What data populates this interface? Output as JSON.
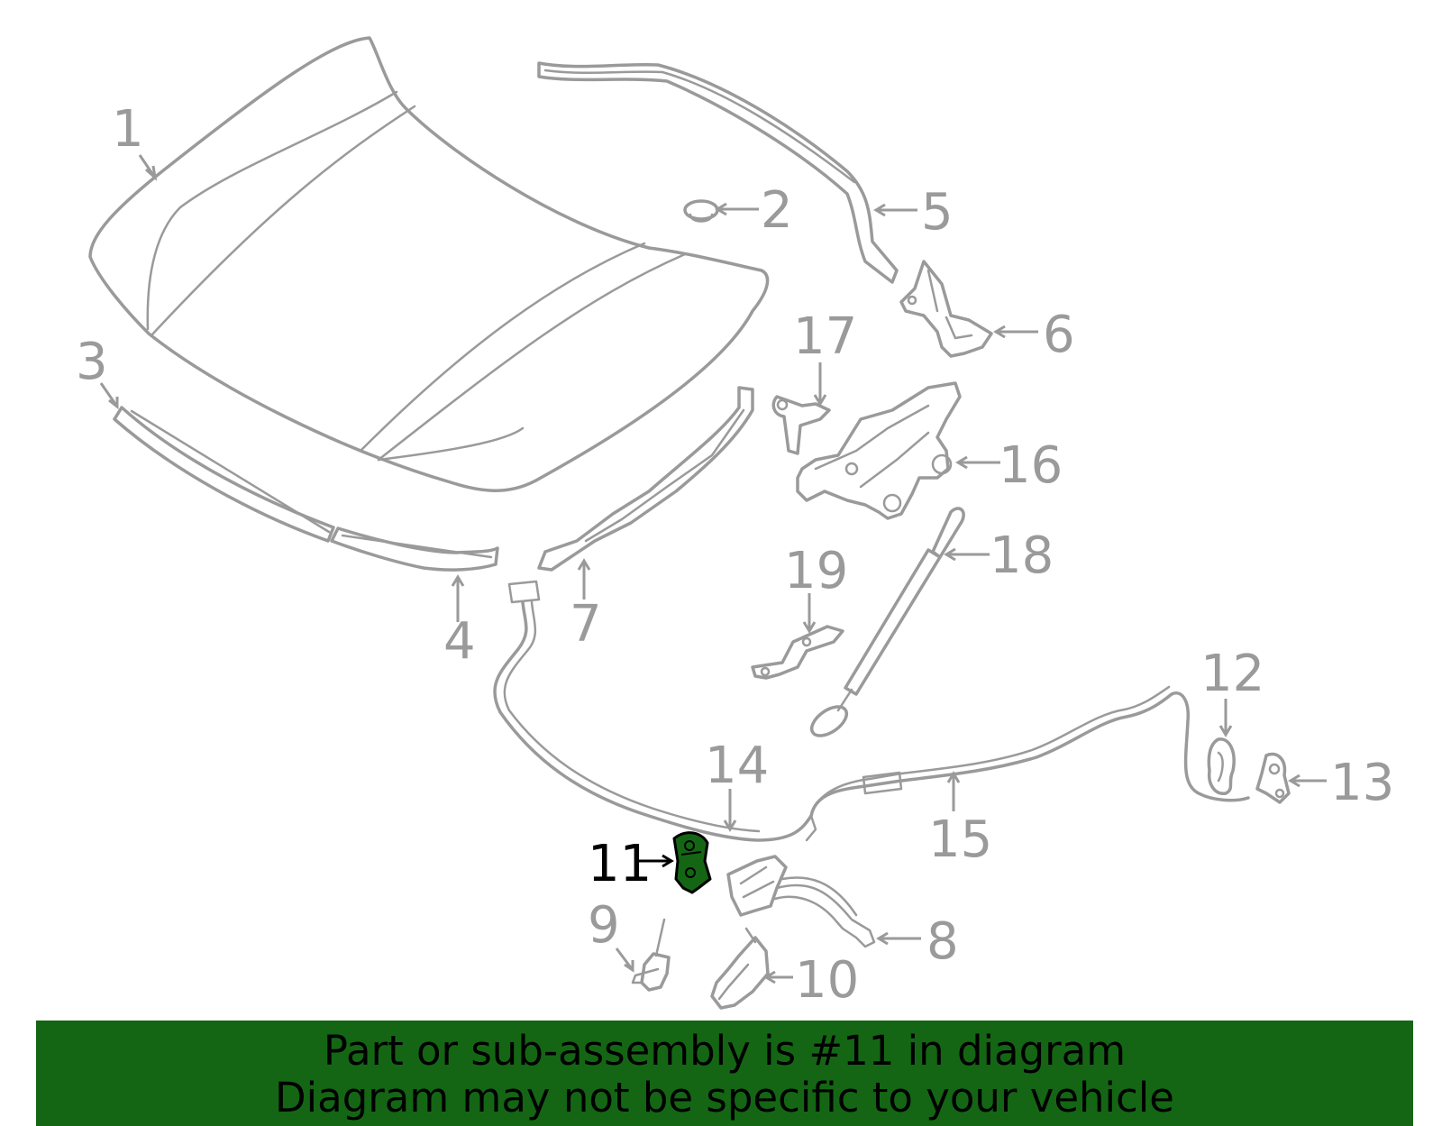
{
  "callouts": [
    {
      "num": "1"
    },
    {
      "num": "2"
    },
    {
      "num": "3"
    },
    {
      "num": "4"
    },
    {
      "num": "5"
    },
    {
      "num": "6"
    },
    {
      "num": "7"
    },
    {
      "num": "8"
    },
    {
      "num": "9"
    },
    {
      "num": "10"
    },
    {
      "num": "11",
      "highlighted": true
    },
    {
      "num": "12"
    },
    {
      "num": "13"
    },
    {
      "num": "14"
    },
    {
      "num": "15"
    },
    {
      "num": "16"
    },
    {
      "num": "17"
    },
    {
      "num": "18"
    },
    {
      "num": "19"
    }
  ],
  "colors": {
    "line": "#9a9a9a",
    "highlight_part": "#146614",
    "banner_bg": "#146614",
    "banner_text": "#000000"
  },
  "banner": {
    "line1": "Part or sub-assembly is #11 in diagram",
    "line2": "Diagram may not be specific to your vehicle"
  }
}
